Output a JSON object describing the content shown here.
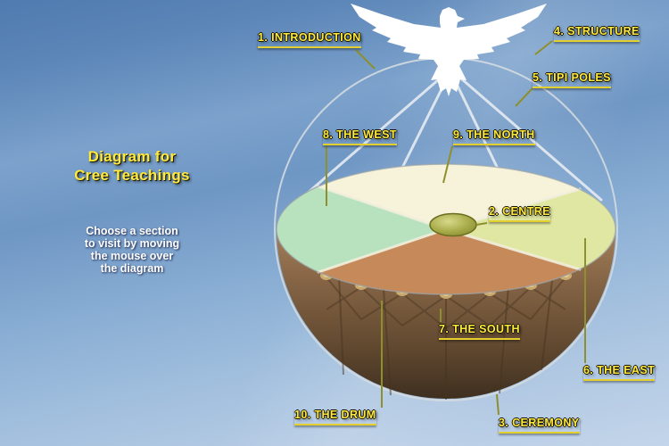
{
  "panel": {
    "title_lines": [
      "Diagram for",
      "Cree Teachings"
    ],
    "instruction_lines": [
      "Choose a section",
      "to visit by moving",
      "the mouse over",
      "the diagram"
    ]
  },
  "labels": {
    "introduction": "1. INTRODUCTION",
    "centre": "2. CENTRE",
    "ceremony": "3. CEREMONY",
    "structure": "4. STRUCTURE",
    "tipi_poles": "5. TIPI POLES",
    "the_east": "6. THE EAST",
    "the_south": "7. THE SOUTH",
    "the_west": "8. THE WEST",
    "the_north": "9. THE NORTH",
    "the_drum": "10. THE DRUM"
  },
  "icons": {
    "eagle": "soaring-eagle-silhouette"
  },
  "colors": {
    "label_text": "#ffe93c",
    "label_underline": "#e3cf2e",
    "instruction_text": "#ffffff",
    "wheel_north": "#f7f3da",
    "wheel_east": "#dfe7a2",
    "wheel_south": "#c6895a",
    "wheel_west": "#b7e2bd",
    "centre_stone": "#a8ab4a",
    "drum_body": "#7a5c3a",
    "eagle": "#ffffff",
    "sky_top": "#4f7bb0",
    "sky_bottom": "#c3d5ea"
  }
}
